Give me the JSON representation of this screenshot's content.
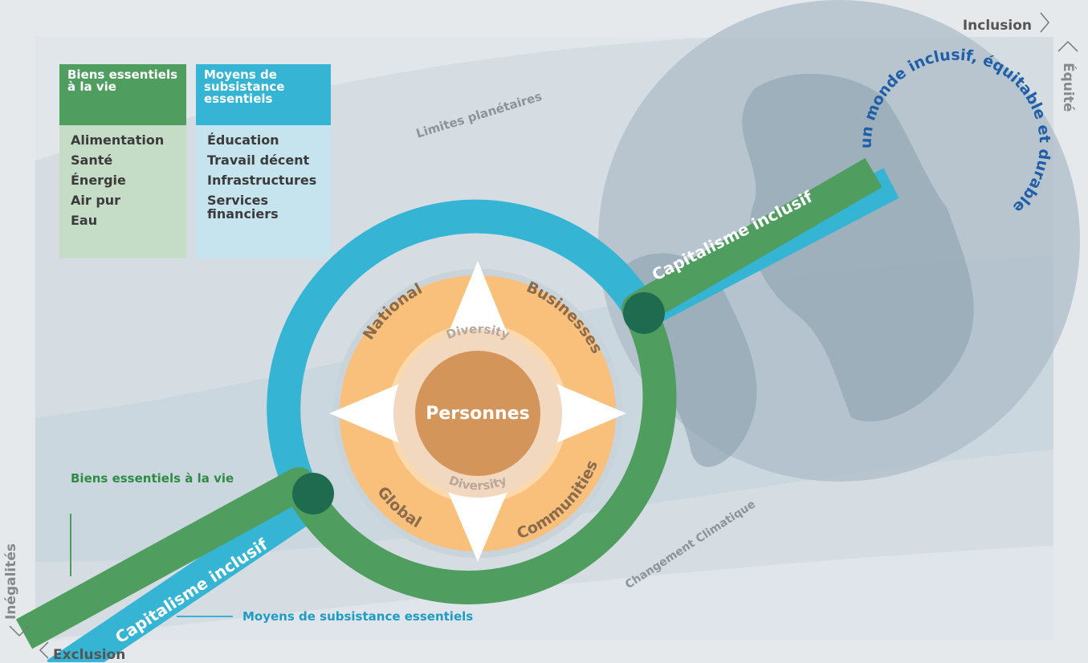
{
  "edges": {
    "inclusion": "Inclusion",
    "exclusion": "Exclusion",
    "equite": "Équité",
    "inegalites": "Inégalités"
  },
  "boxes": {
    "biens": {
      "title": "Biens essentiels à la vie",
      "items": [
        "Alimentation",
        "Santé",
        "Énergie",
        "Air pur",
        "Eau"
      ],
      "color": "#4f9d5f"
    },
    "moyens": {
      "title": "Moyens de subsistance essentiels",
      "items": [
        "Éducation",
        "Travail décent",
        "Infrastructures",
        "Services financiers"
      ],
      "color": "#35b4d4"
    }
  },
  "labels": {
    "limites": "Limites planétaires",
    "changement": "Changement Climatique",
    "capitalisme_top": "Capitalisme inclusif",
    "capitalisme_bottom": "Capitalisme inclusif",
    "biens_essentiels": "Biens essentiels à la vie",
    "moyens_subsistance": "Moyens de subsistance essentiels",
    "monde": "un monde inclusif, équitable et durable"
  },
  "circle": {
    "center": "Personnes",
    "diversity_top": "Diversity",
    "diversity_bottom": "Diversity",
    "quadrants": {
      "national": "National",
      "businesses": "Businesses",
      "global": "Global",
      "communities": "Communities"
    }
  },
  "colors": {
    "green": "#4f9d5f",
    "blue": "#35b4d4",
    "dark_overlap": "#1e6b4f",
    "orange": "#f9c07b",
    "center": "#d4955a",
    "navy": "#1f5fa8"
  }
}
